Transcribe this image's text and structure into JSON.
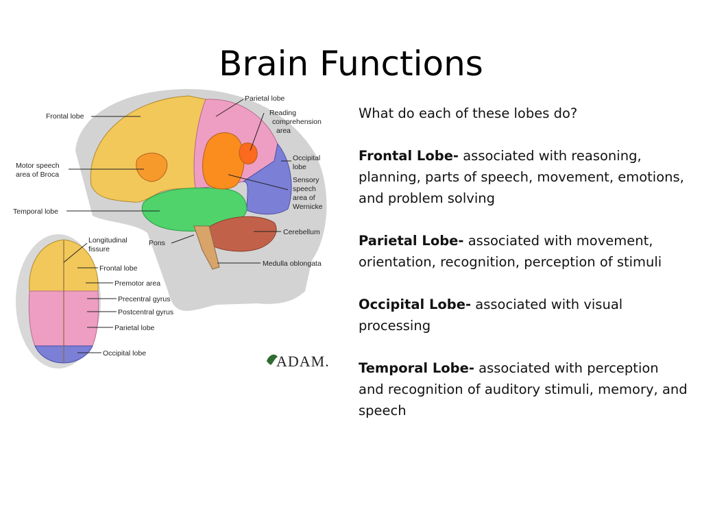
{
  "slide": {
    "title": "Brain Functions",
    "intro": "What do each of these lobes do?",
    "lobes": [
      {
        "name": "Frontal Lobe-",
        "desc": " associated with reasoning, planning, parts of speech, movement, emotions, and problem solving"
      },
      {
        "name": "Parietal Lobe-",
        "desc": " associated with movement, orientation, recognition, perception of stimuli"
      },
      {
        "name": "Occipital Lobe-",
        "desc": " associated with visual processing"
      },
      {
        "name": "Temporal Lobe-",
        "desc": " associated with perception and recognition of auditory stimuli, memory, and speech"
      }
    ]
  },
  "diagram": {
    "side_labels": {
      "frontal": "Frontal lobe",
      "parietal": "Parietal lobe",
      "reading_1": "Reading",
      "reading_2": "comprehension",
      "reading_3": "area",
      "motor_1": "Motor speech",
      "motor_2": "area of Broca",
      "occipital_1": "Occipital",
      "occipital_2": "lobe",
      "sensory_1": "Sensory",
      "sensory_2": "speech",
      "sensory_3": "area of",
      "sensory_4": "Wernicke",
      "temporal": "Temporal lobe",
      "cerebellum": "Cerebellum",
      "pons": "Pons",
      "medulla": "Medulla oblongata"
    },
    "top_labels": {
      "longitudinal_1": "Longitudinal",
      "longitudinal_2": "fissure",
      "frontal": "Frontal lobe",
      "premotor": "Premotor area",
      "precentral": "Precentral gyrus",
      "postcentral": "Postcentral gyrus",
      "parietal": "Parietal lobe",
      "occipital": "Occipital lobe"
    },
    "logo": "ADAM."
  },
  "colors": {
    "frontal": "#f2c85a",
    "parietal": "#ee9ec2",
    "occipital": "#7b7fd6",
    "temporal": "#4fd36a",
    "cerebellum": "#c2614a",
    "wernicke": "#fb8c1e",
    "broca": "#f79a2c"
  }
}
